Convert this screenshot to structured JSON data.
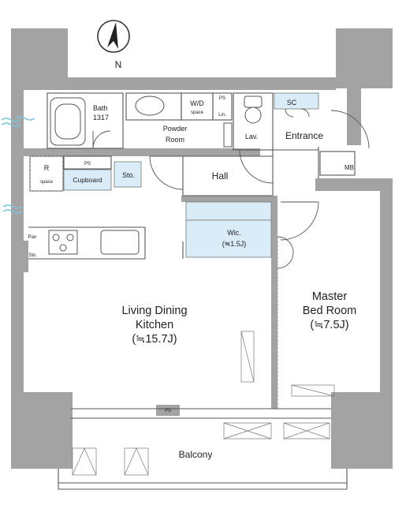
{
  "compass": {
    "label": "N"
  },
  "rooms": {
    "bath": {
      "line1": "Bath",
      "line2": "1317"
    },
    "powder": {
      "line1": "Powder",
      "line2": "Room"
    },
    "wd": {
      "line1": "W/D",
      "line2": "space"
    },
    "ps_top": "PS",
    "lin": "Lin.",
    "lav": "Lav.",
    "sc": "SC",
    "entrance": "Entrance",
    "r_space": {
      "line1": "R",
      "line2": "space"
    },
    "ps_mid": "PS",
    "cupboard": "Cupboard",
    "sto_mid": "Sto.",
    "hall": "Hall",
    "mb": "MB",
    "wic": {
      "line1": "Wic.",
      "line2": "(≒1.5J)"
    },
    "pan": "Pan",
    "sto_left": "Sto",
    "ldk": {
      "line1": "Living Dining",
      "line2": "Kitchen",
      "line3": "(≒15.7J)"
    },
    "master": {
      "line1": "Master",
      "line2": "Bed Room",
      "line3": "(≒7.5J)"
    },
    "ps_bottom": "PS",
    "balcony": "Balcony"
  },
  "colors": {
    "wall": "#a3a3a3",
    "storage": "#d9ecf8",
    "line": "#555555",
    "water": "#7ec3e0"
  }
}
